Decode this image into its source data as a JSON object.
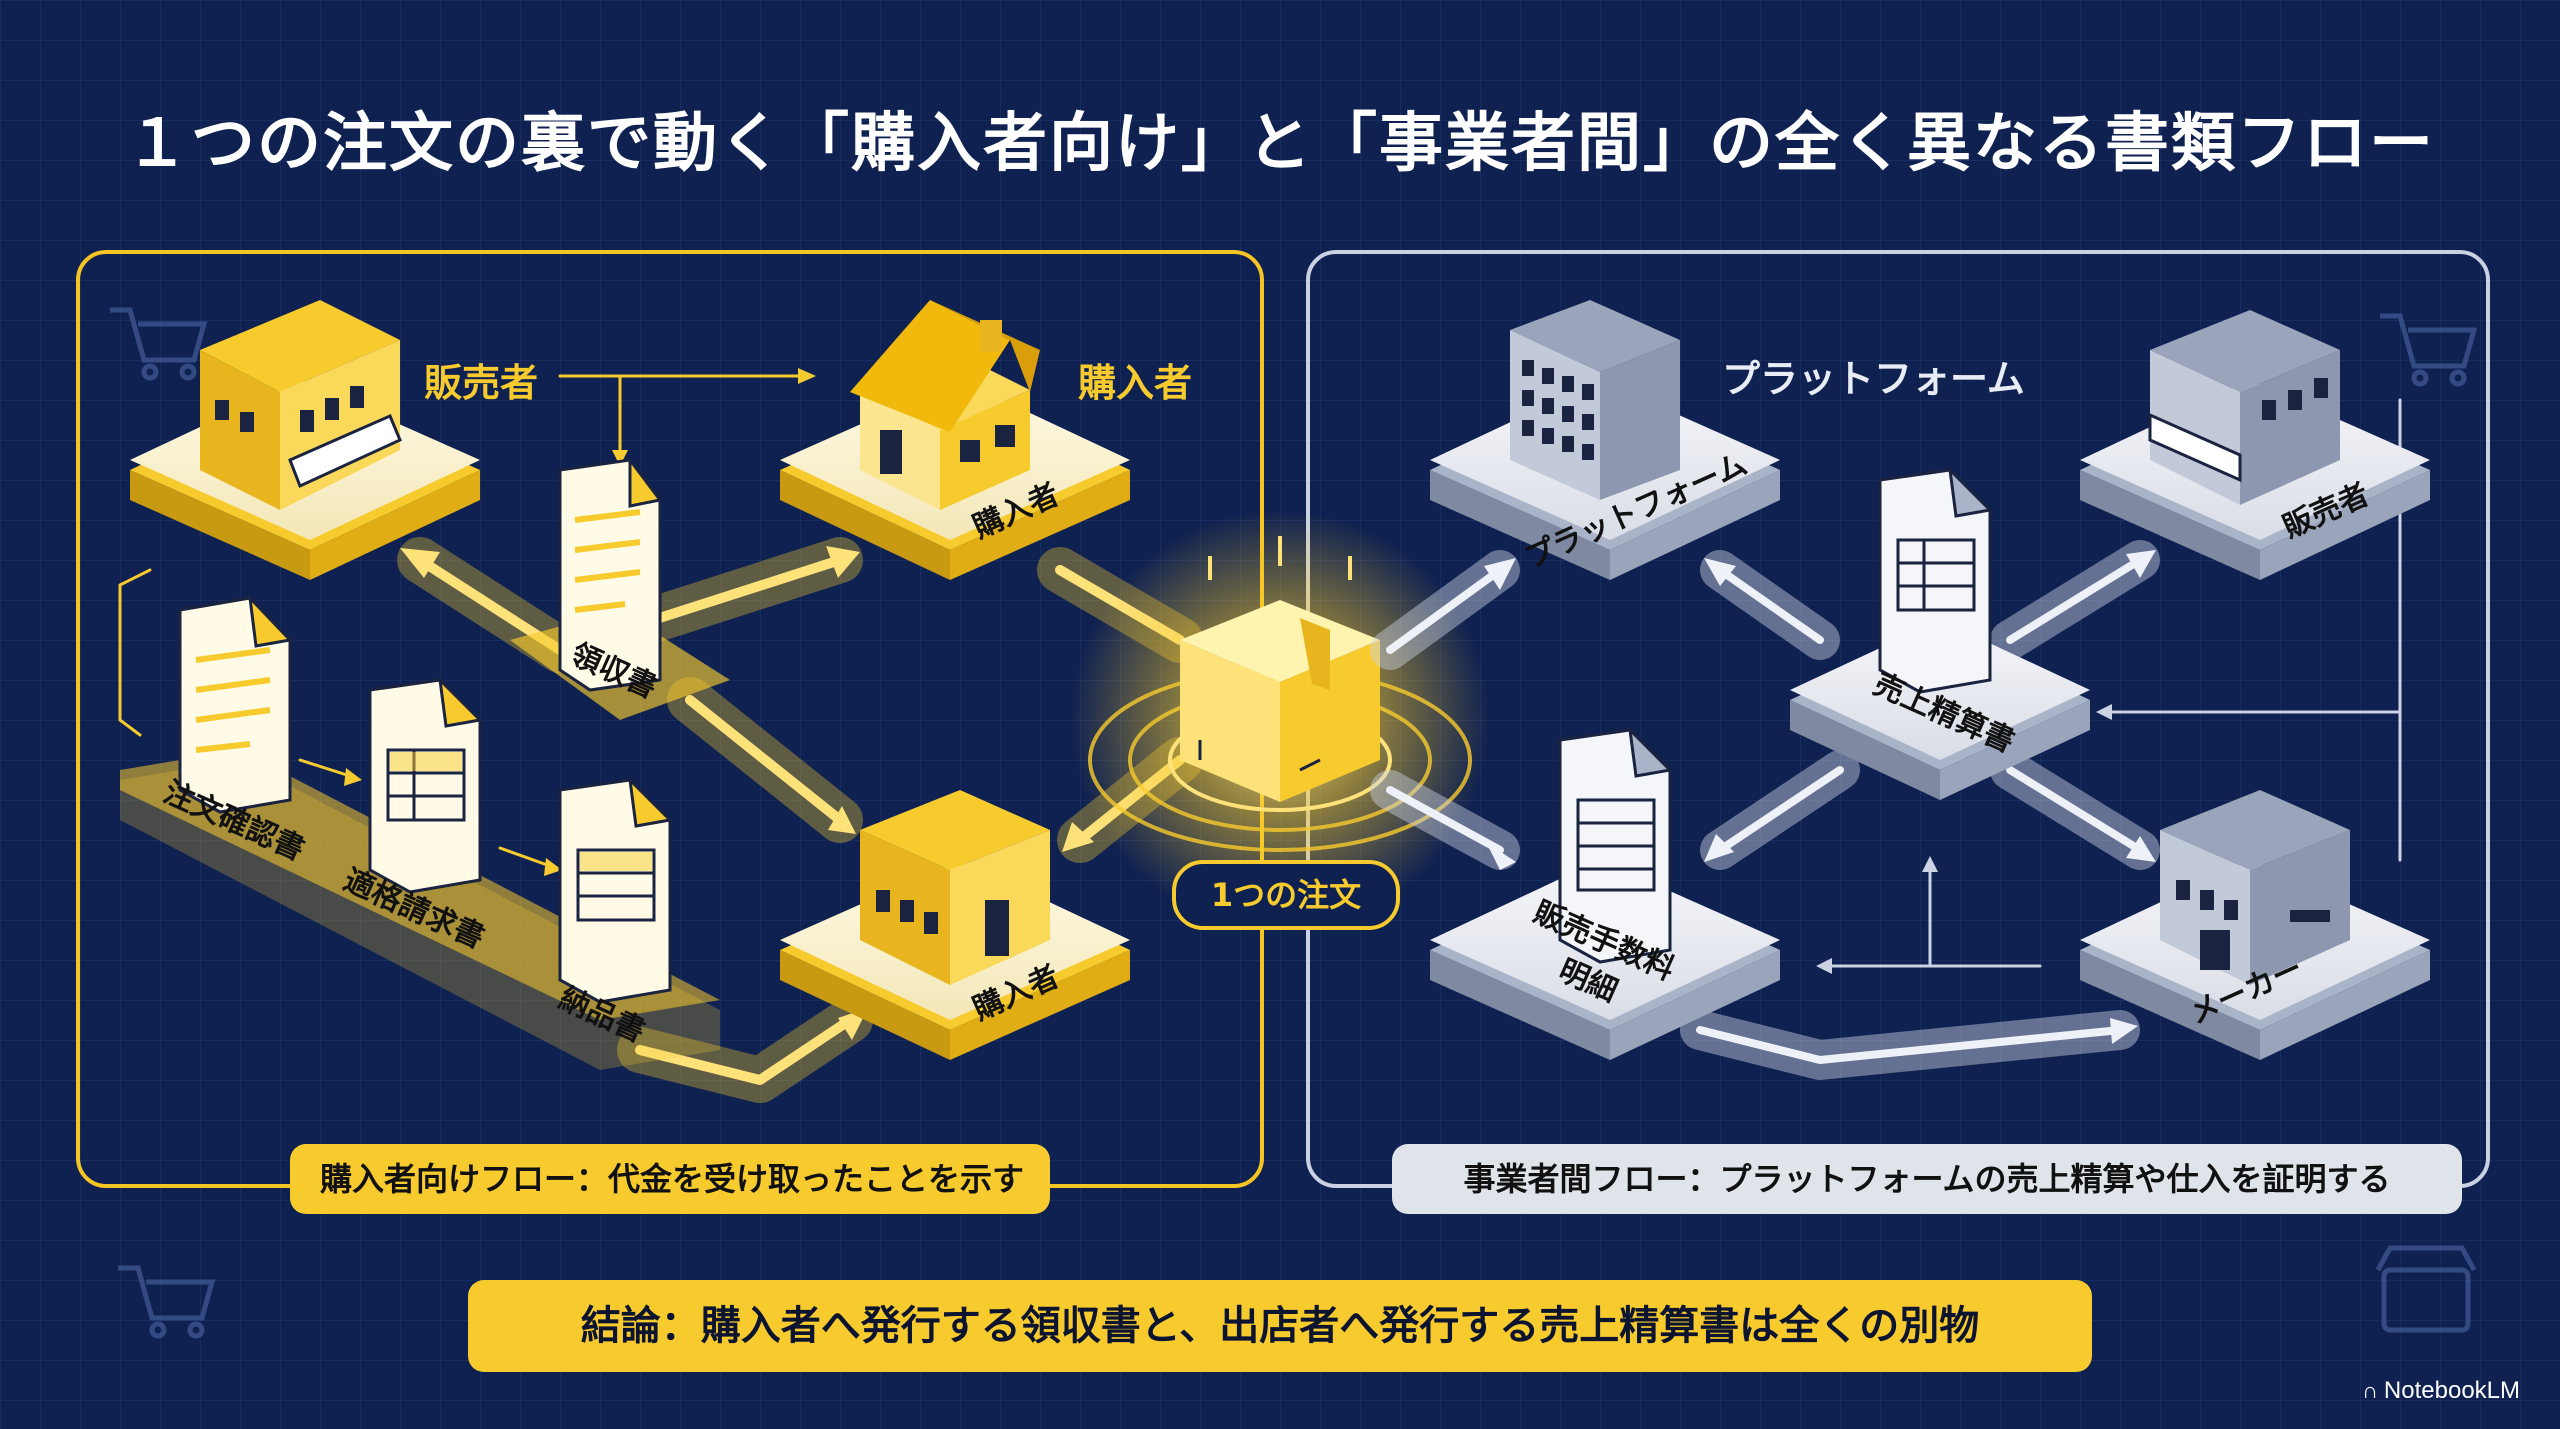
{
  "title": "１つの注文の裏で動く「購入者向け」と「事業者間」の全く異なる書類フロー",
  "buyer_flow": {
    "seller_label": "販売者",
    "buyer_label": "購入者",
    "buyer_tile_top": "購入者",
    "buyer_tile_bottom": "購入者",
    "receipt": "領収書",
    "order_confirmation": "注文確認書",
    "qualified_invoice": "適格請求書",
    "delivery_note": "納品書",
    "caption": "購入者向けフロー：代金を受け取ったことを示す"
  },
  "center": {
    "order_label": "1つの注文"
  },
  "business_flow": {
    "platform_label": "プラットフォーム",
    "platform_tile": "プラットフォーム",
    "seller_tile": "販売者",
    "sales_statement": "売上精算書",
    "commission_line1": "販売手数料",
    "commission_line2": "明細",
    "maker_tile": "メーカー",
    "caption": "事業者間フロー：プラットフォームの売上精算や仕入を証明する"
  },
  "conclusion": "結論：購入者へ発行する領収書と、出店者へ発行する売上精算書は全くの別物",
  "brand": "NotebookLM",
  "colors": {
    "accent_yellow": "#f7cb2e",
    "background_navy": "#0f2150",
    "panel_gray": "#c9d1e2"
  }
}
